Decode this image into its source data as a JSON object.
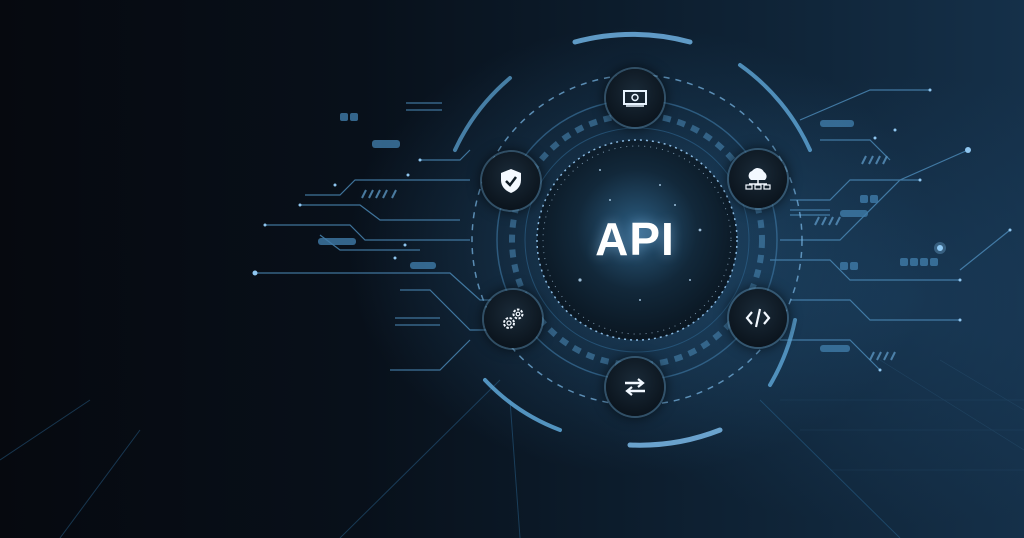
{
  "hero": {
    "title": "API",
    "nodes": [
      {
        "id": "monitor",
        "icon": "monitor-icon"
      },
      {
        "id": "cloud-network",
        "icon": "cloud-network-icon"
      },
      {
        "id": "code",
        "icon": "code-icon"
      },
      {
        "id": "transfer",
        "icon": "transfer-arrows-icon"
      },
      {
        "id": "settings",
        "icon": "gears-icon"
      },
      {
        "id": "security",
        "icon": "shield-check-icon"
      }
    ]
  },
  "colors": {
    "background": "#070b12",
    "accent": "#5fa8d8",
    "accent_bright": "#9fd4ff",
    "text": "#ffffff"
  }
}
